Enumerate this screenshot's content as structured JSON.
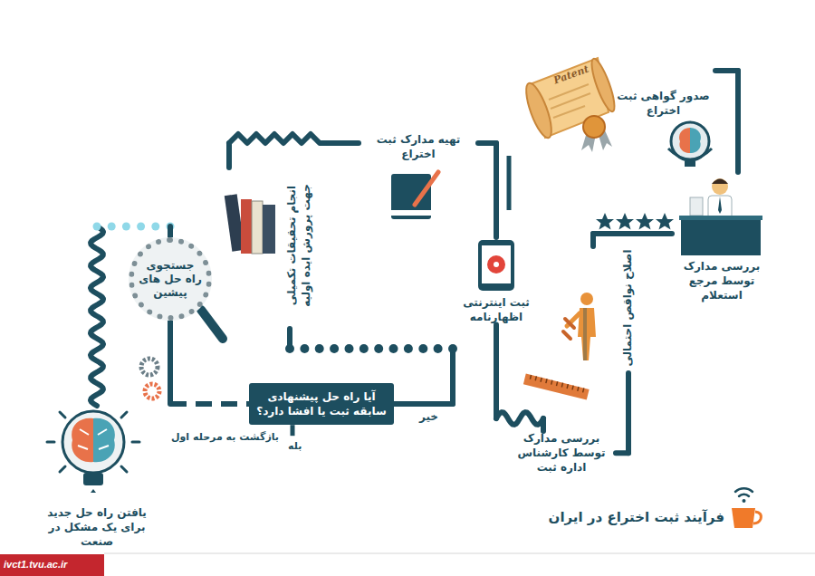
{
  "diagram": {
    "title": "فرآیند ثبت اختراع در ایران",
    "nodes": [
      {
        "text": [
          "یافتن راه حل جدید برای یک مشکل در صنعت"
        ]
      },
      {
        "text": [
          "جستجوی راه حل های پیشین"
        ]
      },
      {
        "text": [
          "آیا راه حل پیشنهادی سابقه ثبت یا افشا دارد؟"
        ]
      },
      {
        "text": [
          "انجام تحقیقات تکمیلی جهت پرورش ایده اولیه"
        ]
      },
      {
        "text": [
          "تهیه مدارک ثبت اختراع"
        ]
      },
      {
        "text": [
          "ثبت اینترنتی اظهارنامه"
        ]
      },
      {
        "text": [
          "بررسی مدارک توسط کارشناس اداره ثبت"
        ]
      },
      {
        "text": [
          "اصلاح نواقص احتمالی"
        ]
      },
      {
        "text": [
          "بررسی مدارک توسط مرجع استعلام"
        ]
      },
      {
        "text": [
          "صدور گواهی ثبت اختراع"
        ]
      }
    ],
    "edges": [
      {
        "from": 0,
        "to": 1,
        "arrow": "none"
      },
      {
        "from": 1,
        "to": 2,
        "arrow": "none"
      },
      {
        "from": 2,
        "to": 3,
        "label": "خیر",
        "arrow": "none"
      },
      {
        "from": 3,
        "to": 4,
        "arrow": "none"
      },
      {
        "from": 4,
        "to": 5,
        "arrow": "none"
      },
      {
        "from": 5,
        "to": 6,
        "arrow": "none"
      },
      {
        "from": 6,
        "to": 7,
        "arrow": "none"
      },
      {
        "from": 7,
        "to": 8,
        "arrow": "none"
      },
      {
        "from": 8,
        "to": 9,
        "arrow": "none"
      }
    ],
    "labels": [
      "بله",
      "بازگشت به مرحله اول",
      "Patent",
      "ivct1.tvu.ac.ir"
    ]
  }
}
